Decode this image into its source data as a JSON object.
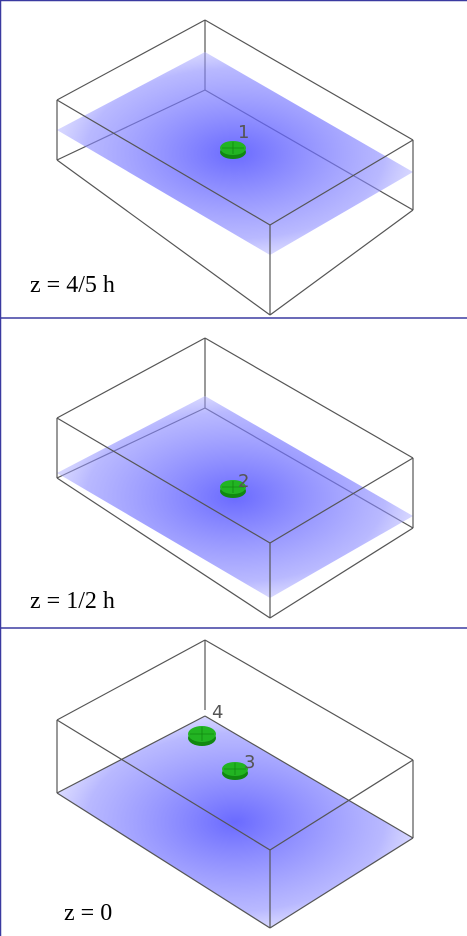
{
  "panels": [
    {
      "caption": "z = 4/5 h",
      "points": [
        "1"
      ]
    },
    {
      "caption": "z = 1/2 h",
      "points": [
        "2"
      ]
    },
    {
      "caption": "z = 0",
      "points": [
        "4",
        "3"
      ]
    }
  ],
  "colors": {
    "frame_line": "#3a3aa0",
    "box_edge": "#555555",
    "plane": "#6a6aff",
    "sensor": "#22b422",
    "sensor_dark": "#118811"
  }
}
